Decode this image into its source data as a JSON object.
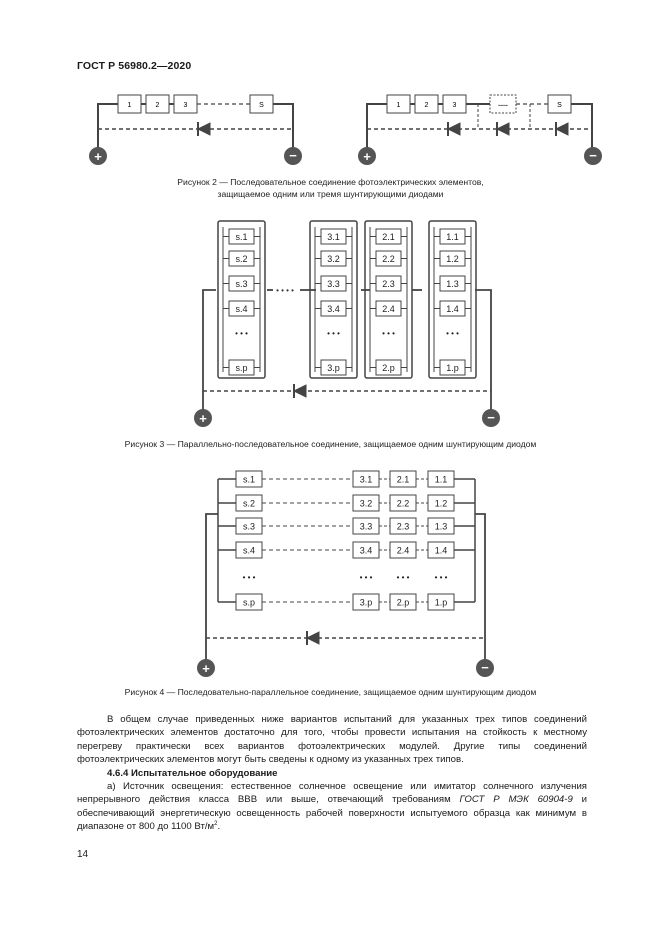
{
  "header": {
    "title": "ГОСТ Р 56980.2—2020"
  },
  "figure2": {
    "left_cells": [
      "1",
      "2",
      "3",
      "S"
    ],
    "right_cells": [
      "1",
      "2",
      "3",
      ".....",
      "S"
    ],
    "plus": "+",
    "minus": "−",
    "caption_line1": "Рисунок 2 — Последовательное соединение фотоэлектрических элементов,",
    "caption_line2": "защищаемое одним или тремя шунтирующими диодами"
  },
  "figure3": {
    "columns": [
      [
        "s.1",
        "s.2",
        "s.3",
        "s.4",
        "s.p"
      ],
      [
        "3.1",
        "3.2",
        "3.3",
        "3.4",
        "3.p"
      ],
      [
        "2.1",
        "2.2",
        "2.3",
        "2.4",
        "2.p"
      ],
      [
        "1.1",
        "1.2",
        "1.3",
        "1.4",
        "1.p"
      ]
    ],
    "ellipsis": "• • •",
    "connector": "• • • •",
    "plus": "+",
    "minus": "−",
    "caption": "Рисунок 3 — Параллельно-последовательное соединение, защищаемое одним шунтирующим диодом"
  },
  "figure4": {
    "columns": [
      [
        "s.1",
        "s.2",
        "s.3",
        "s.4",
        "s.p"
      ],
      [
        "3.1",
        "3.2",
        "3.3",
        "3.4",
        "3.p"
      ],
      [
        "2.1",
        "2.2",
        "2.3",
        "2.4",
        "2.p"
      ],
      [
        "1.1",
        "1.2",
        "1.3",
        "1.4",
        "1.p"
      ]
    ],
    "ellipsis": "• • •",
    "plus": "+",
    "minus": "−",
    "caption": "Рисунок 4 — Последовательно-параллельное соединение, защищаемое одним шунтирующим диодом"
  },
  "body": {
    "paragraph1": "В общем случае приведенных ниже вариантов испытаний для указанных трех типов соединений фотоэлектрических элементов достаточно для того, чтобы провести испытания на стойкость к местному перегреву практически всех вариантов фотоэлектрических модулей. Другие типы соединений фотоэлектрических элементов могут быть сведены к одному из указанных трех типов.",
    "subheading": "4.6.4 Испытательное оборудование",
    "paragraph2_start": "а) Источник освещения: естественное солнечное освещение или имитатор солнечного излучения непрерывного действия класса ВВВ или выше, отвечающий требованиям ",
    "paragraph2_ref": "ГОСТ Р МЭК 60904-9",
    "paragraph2_end": " и обеспечивающий энергетическую освещенность рабочей поверхности испытуемого образца как минимум в диапазоне от 800 до 1100 Вт/м",
    "paragraph2_sup": "2",
    "paragraph2_tail": "."
  },
  "page_number": "14"
}
